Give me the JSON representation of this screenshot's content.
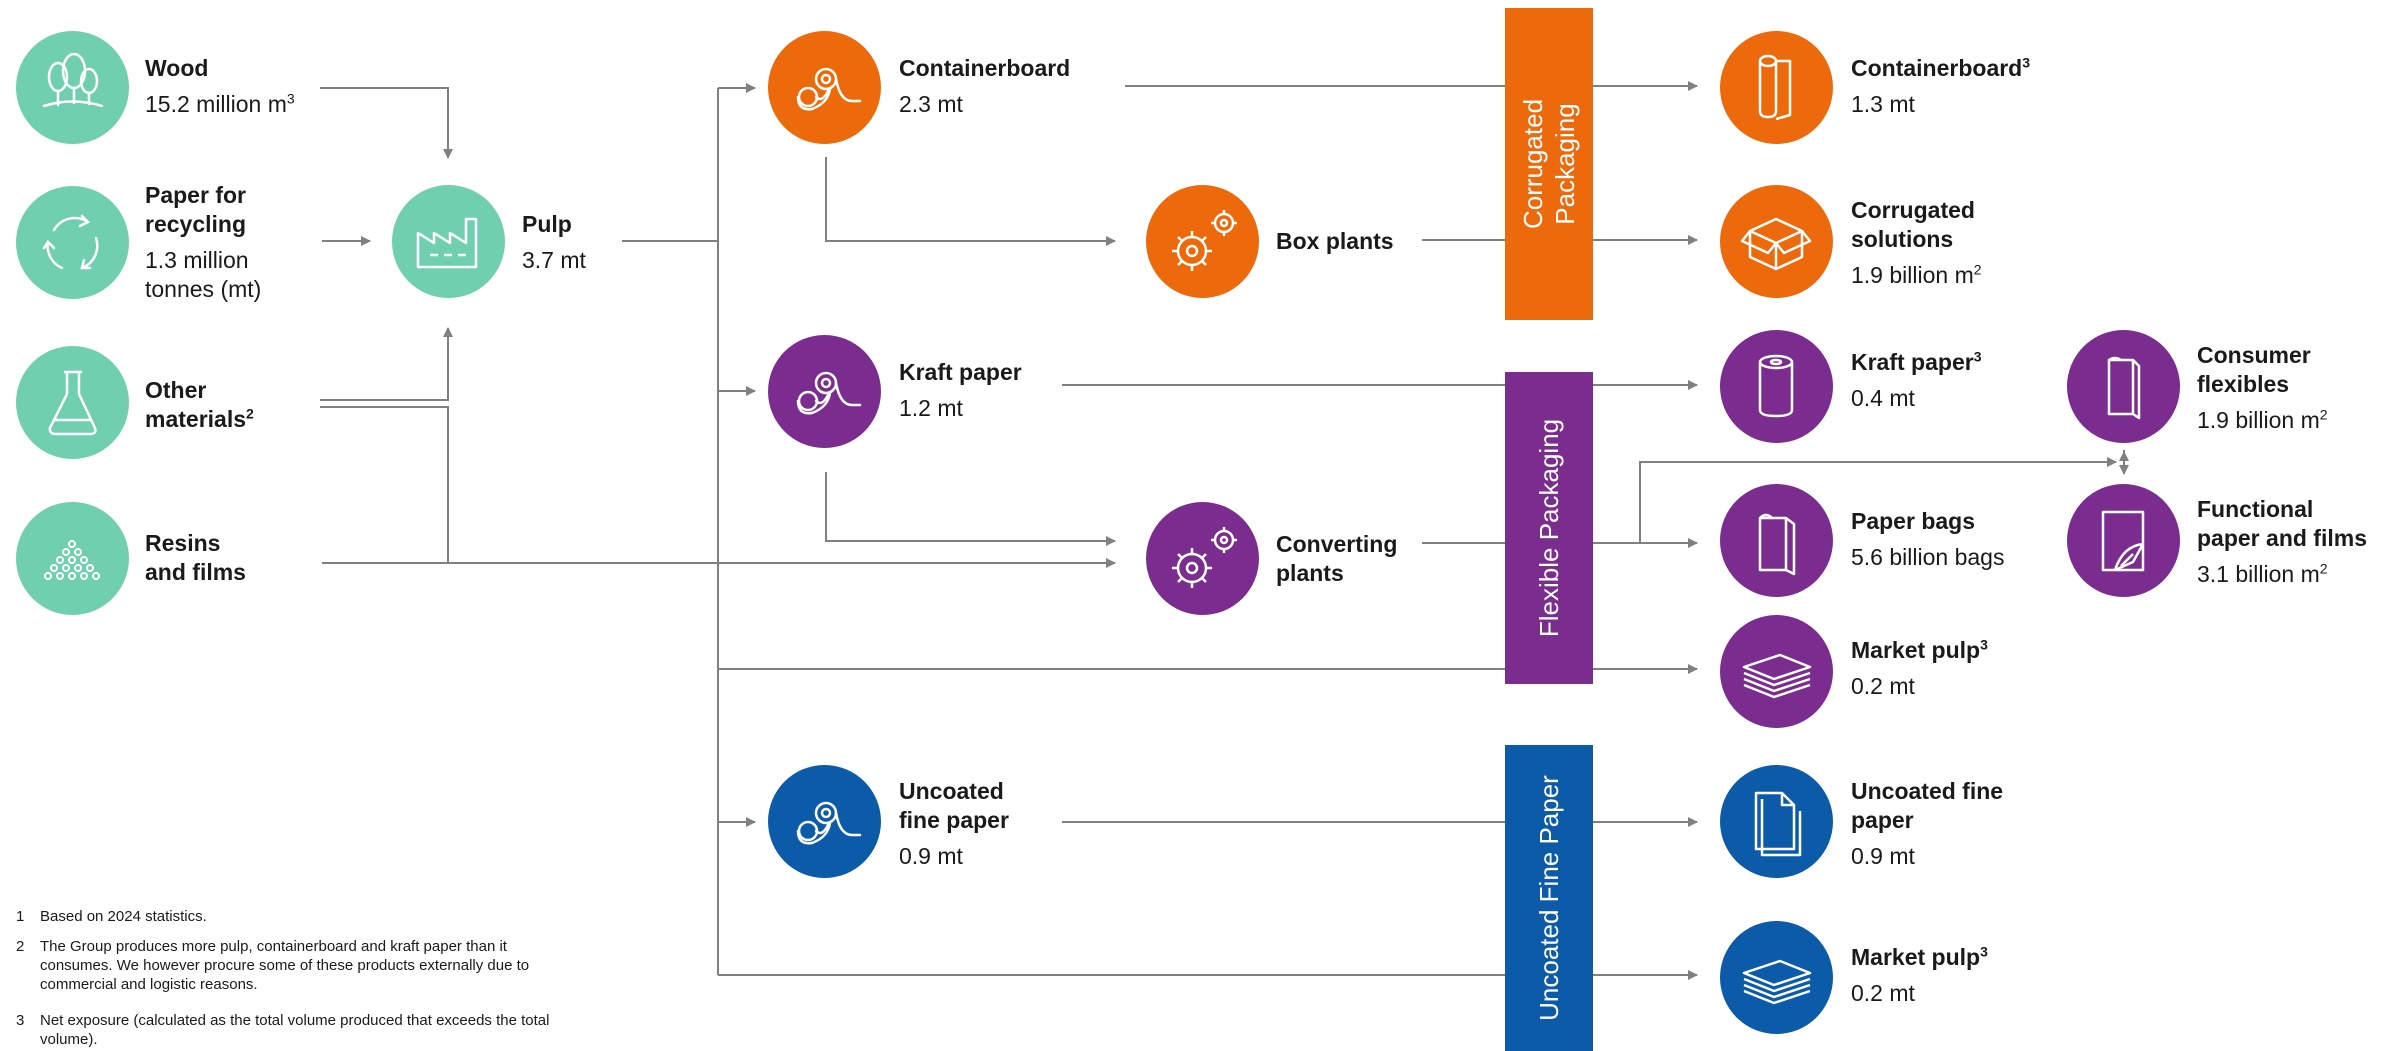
{
  "colors": {
    "green": "#6fcfae",
    "orange": "#ec6a0c",
    "purple": "#7a2d8e",
    "blue": "#0c5ba8",
    "line": "#808080"
  },
  "inputs": {
    "wood": {
      "title": "Wood",
      "value": "15.2 million m",
      "sup": "3",
      "icon": "trees-icon"
    },
    "recycling": {
      "title1": "Paper for",
      "title2": "recycling",
      "value1": "1.3 million",
      "value2": "tonnes (mt)",
      "icon": "recycle-icon"
    },
    "other": {
      "title1": "Other",
      "title2": "materials",
      "sup": "2",
      "icon": "flask-icon"
    },
    "resins": {
      "title1": "Resins",
      "title2": "and films",
      "icon": "pellets-icon"
    }
  },
  "pulp": {
    "title": "Pulp",
    "value": "3.7 mt",
    "icon": "factory-icon"
  },
  "mills": {
    "containerboard": {
      "title": "Containerboard",
      "value": "2.3 mt",
      "icon": "paper-machine-icon"
    },
    "kraft": {
      "title": "Kraft paper",
      "value": "1.2 mt",
      "icon": "paper-machine-icon"
    },
    "uncoated": {
      "title1": "Uncoated",
      "title2": "fine paper",
      "value": "0.9 mt",
      "icon": "paper-machine-icon"
    }
  },
  "plants": {
    "box": {
      "title": "Box plants",
      "icon": "gears-icon"
    },
    "converting": {
      "title1": "Converting",
      "title2": "plants",
      "icon": "gears-icon"
    }
  },
  "bands": {
    "corrugated": {
      "line1": "Corrugated",
      "line2": "Packaging"
    },
    "flexible": {
      "line1": "Flexible Packaging"
    },
    "uncoated": {
      "line1": "Uncoated Fine Paper"
    }
  },
  "outputs": {
    "containerboard": {
      "title": "Containerboard",
      "sup": "3",
      "value": "1.3 mt",
      "icon": "roll-icon"
    },
    "corrugated": {
      "title1": "Corrugated",
      "title2": "solutions",
      "value": "1.9 billion m",
      "sup": "2",
      "icon": "box-icon"
    },
    "kraft": {
      "title": "Kraft paper",
      "sup": "3",
      "value": "0.4 mt",
      "icon": "paper-roll-icon"
    },
    "bags": {
      "title": "Paper bags",
      "value": "5.6 billion bags",
      "icon": "bag-icon"
    },
    "market_pulp_1": {
      "title": "Market pulp",
      "sup": "3",
      "value": "0.2 mt",
      "icon": "stack-icon"
    },
    "uncoated": {
      "title1": "Uncoated fine",
      "title2": "paper",
      "value": "0.9 mt",
      "icon": "sheets-icon"
    },
    "market_pulp_2": {
      "title": "Market pulp",
      "sup": "3",
      "value": "0.2 mt",
      "icon": "stack-icon"
    },
    "consumer": {
      "title1": "Consumer",
      "title2": "flexibles",
      "value": "1.9 billion m",
      "sup": "2",
      "icon": "pouch-icon"
    },
    "functional": {
      "title1": "Functional",
      "title2": "paper and films",
      "value": "3.1 billion m",
      "sup": "2",
      "icon": "film-icon"
    }
  },
  "footnotes": [
    {
      "num": "1",
      "text": "Based on 2024 statistics."
    },
    {
      "num": "2",
      "text": "The Group produces more pulp, containerboard and kraft paper than it consumes. We however procure some of these products externally due to commercial and logistic reasons."
    },
    {
      "num": "3",
      "text": "Net exposure (calculated as the total volume produced that exceeds the total volume)."
    }
  ]
}
